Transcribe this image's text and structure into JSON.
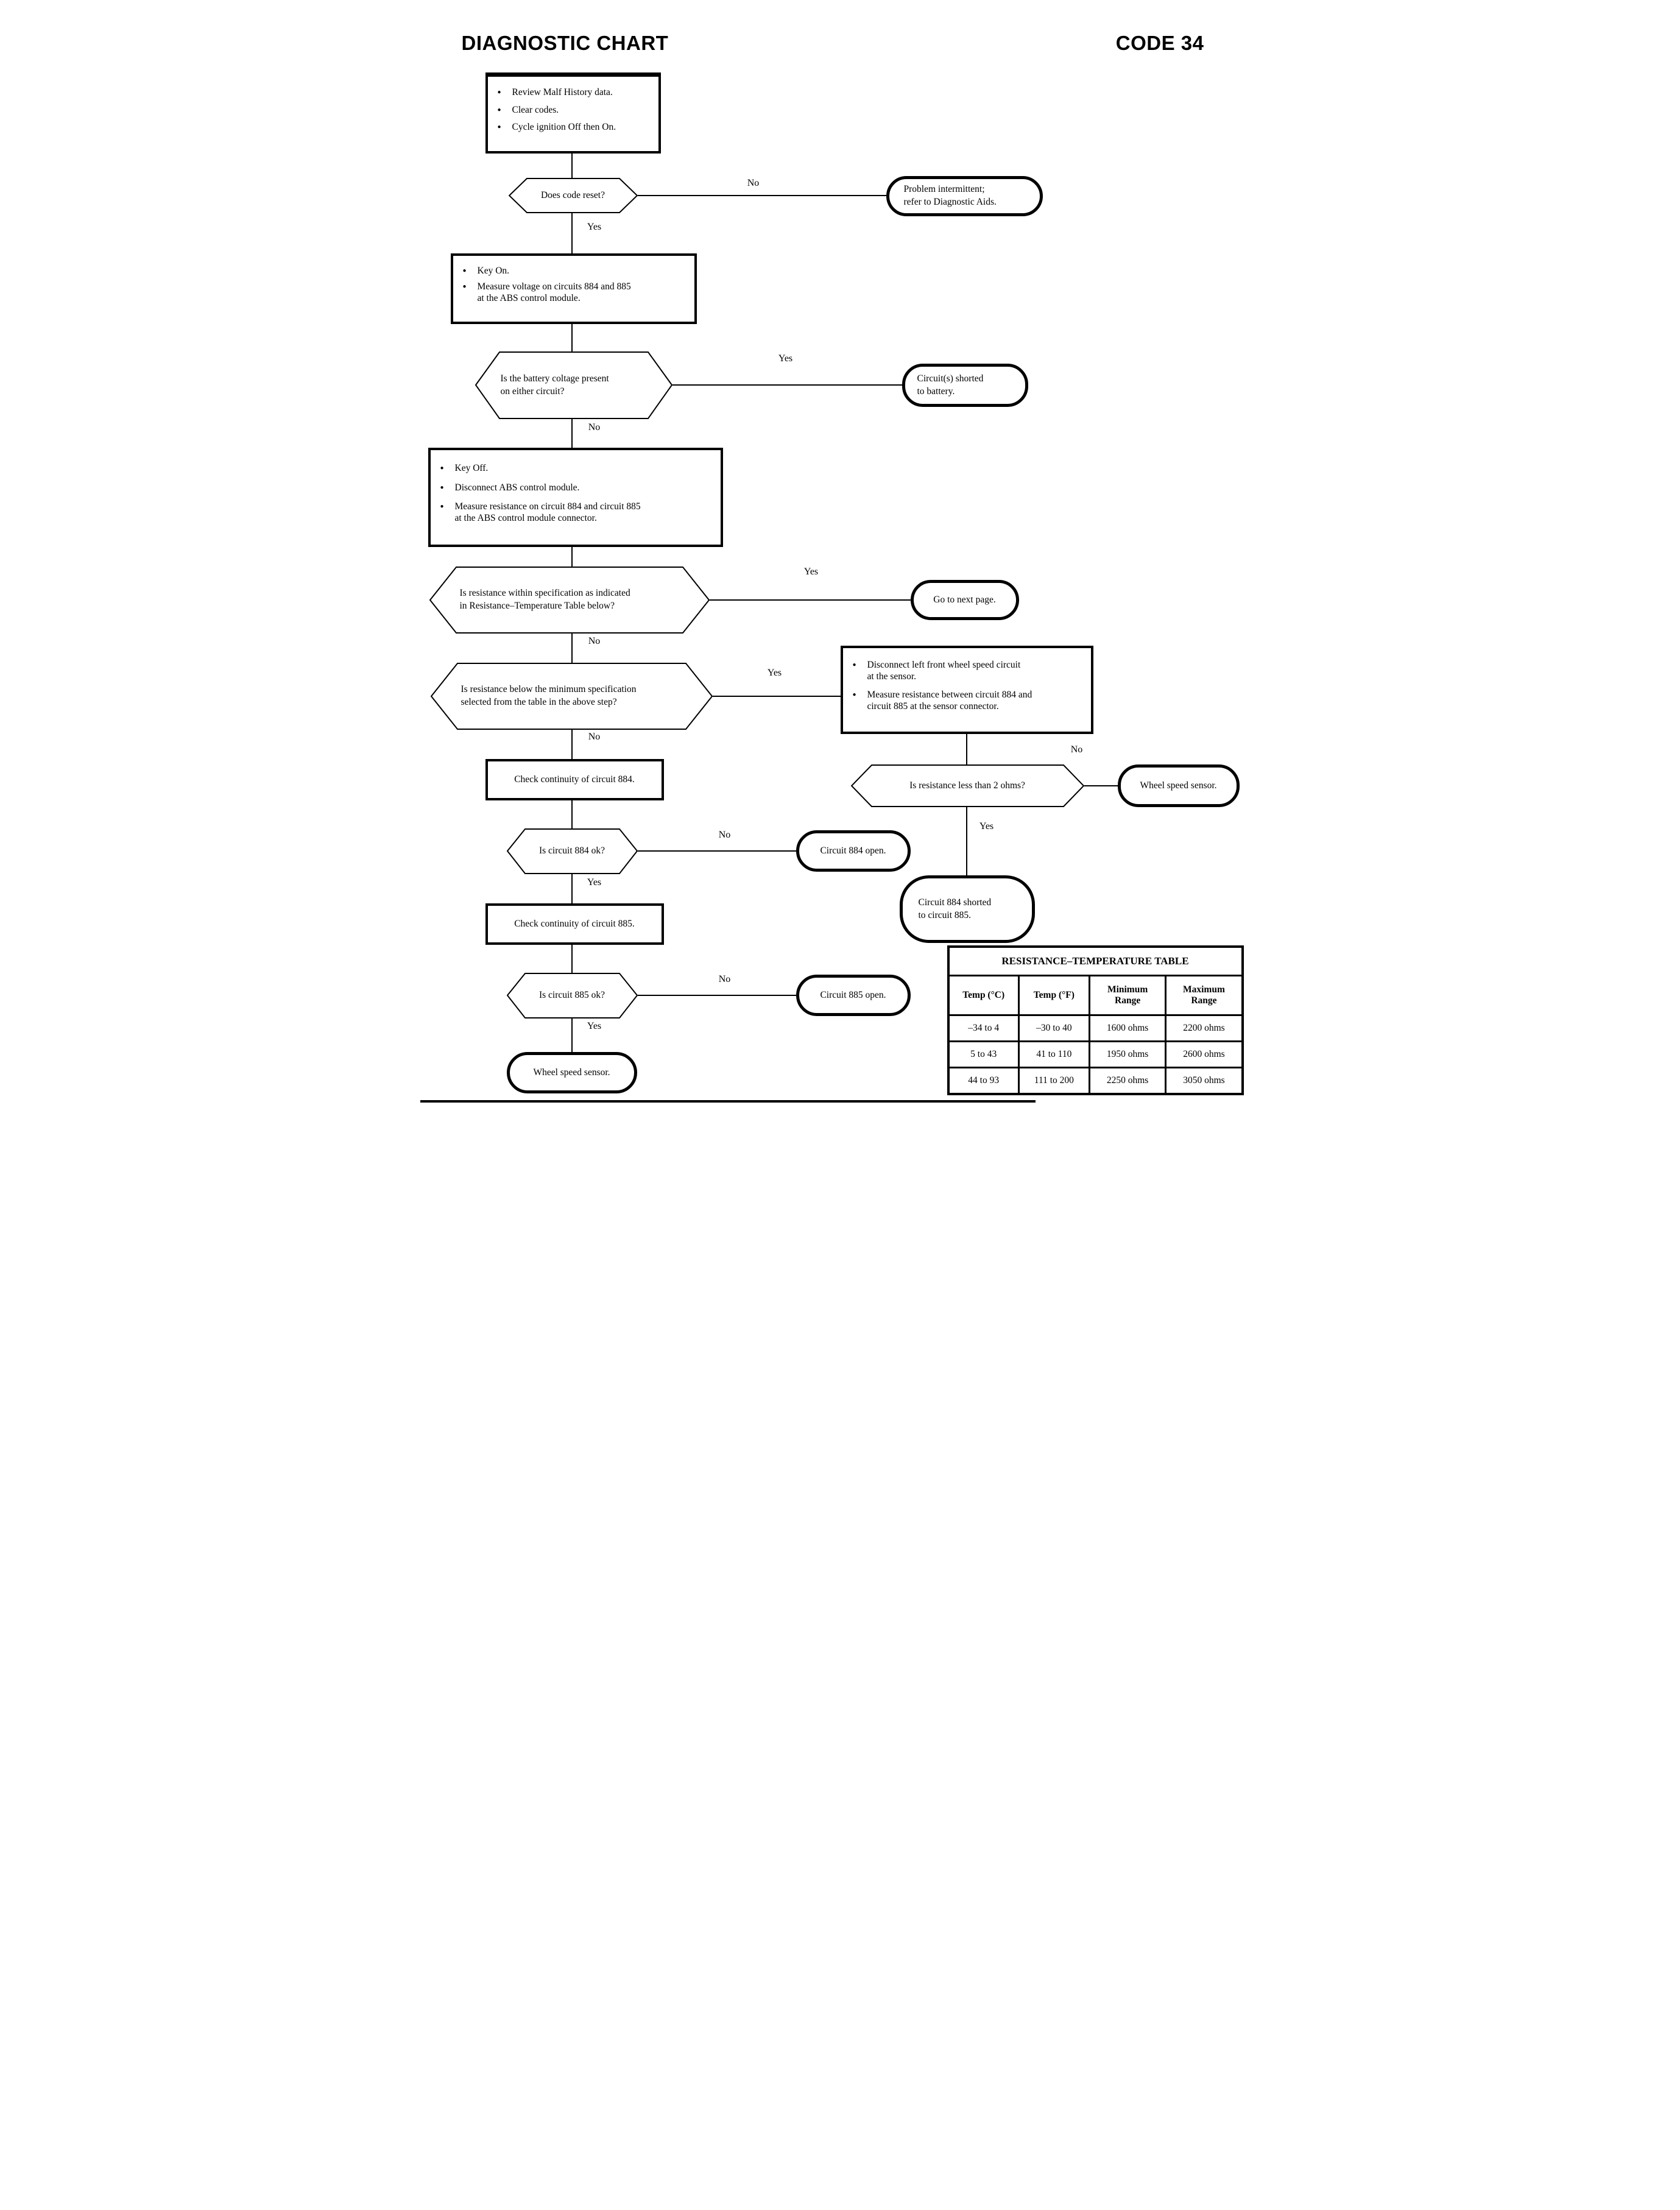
{
  "colors": {
    "ink": "#000000",
    "paper": "#ffffff"
  },
  "header": {
    "title": "DIAGNOSTIC CHART",
    "code": "CODE 34"
  },
  "labels": {
    "yes": "Yes",
    "no": "No"
  },
  "nodes": {
    "start_box": {
      "bullets": [
        "Review Malf History data.",
        "Clear codes.",
        "Cycle ignition Off then On."
      ]
    },
    "dec_code_reset": {
      "text": "Does code reset?"
    },
    "term_intermittent": {
      "text": "Problem intermittent;\nrefer to Diagnostic Aids."
    },
    "box_key_on": {
      "bullets": [
        "Key On.",
        "Measure voltage on circuits 884 and 885\nat the ABS control module."
      ]
    },
    "dec_battery_voltage": {
      "text": "Is the battery coltage present\non either circuit?"
    },
    "term_shorted_battery": {
      "text": "Circuit(s) shorted\nto battery."
    },
    "box_key_off": {
      "bullets": [
        "Key Off.",
        "Disconnect ABS control module.",
        "Measure resistance on circuit 884 and circuit 885\nat the ABS control module connector."
      ]
    },
    "dec_resistance_spec": {
      "text": "Is resistance within specification as indicated\nin Resistance–Temperature Table below?"
    },
    "term_next_page": {
      "text": "Go to next page."
    },
    "dec_resistance_below_min": {
      "text": "Is resistance below the minimum specification\nselected from the table in the above step?"
    },
    "box_disconnect_sensor": {
      "bullets": [
        "Disconnect left front wheel speed circuit\nat the sensor.",
        "Measure resistance between circuit 884 and\ncircuit 885 at the sensor connector."
      ]
    },
    "box_check_884": {
      "text": "Check continuity of circuit 884."
    },
    "dec_circuit_884_ok": {
      "text": "Is circuit 884 ok?"
    },
    "term_884_open": {
      "text": "Circuit 884 open."
    },
    "box_check_885": {
      "text": "Check continuity of circuit 885."
    },
    "dec_circuit_885_ok": {
      "text": "Is circuit 885 ok?"
    },
    "term_885_open": {
      "text": "Circuit 885 open."
    },
    "dec_less_2_ohms": {
      "text": "Is resistance less than 2 ohms?"
    },
    "term_wheel_sensor_right": {
      "text": "Wheel speed sensor."
    },
    "term_884_shorted_885": {
      "text": "Circuit 884 shorted\nto circuit 885."
    },
    "term_wheel_sensor_bottom": {
      "text": "Wheel speed sensor."
    }
  },
  "table": {
    "title": "RESISTANCE–TEMPERATURE TABLE",
    "columns": [
      "Temp (°C)",
      "Temp (°F)",
      "Minimum\nRange",
      "Maximum\nRange"
    ],
    "rows": [
      [
        "–34 to 4",
        "–30 to 40",
        "1600 ohms",
        "2200 ohms"
      ],
      [
        "5 to 43",
        "41 to 110",
        "1950 ohms",
        "2600 ohms"
      ],
      [
        "44 to 93",
        "111 to 200",
        "2250 ohms",
        "3050 ohms"
      ]
    ]
  }
}
